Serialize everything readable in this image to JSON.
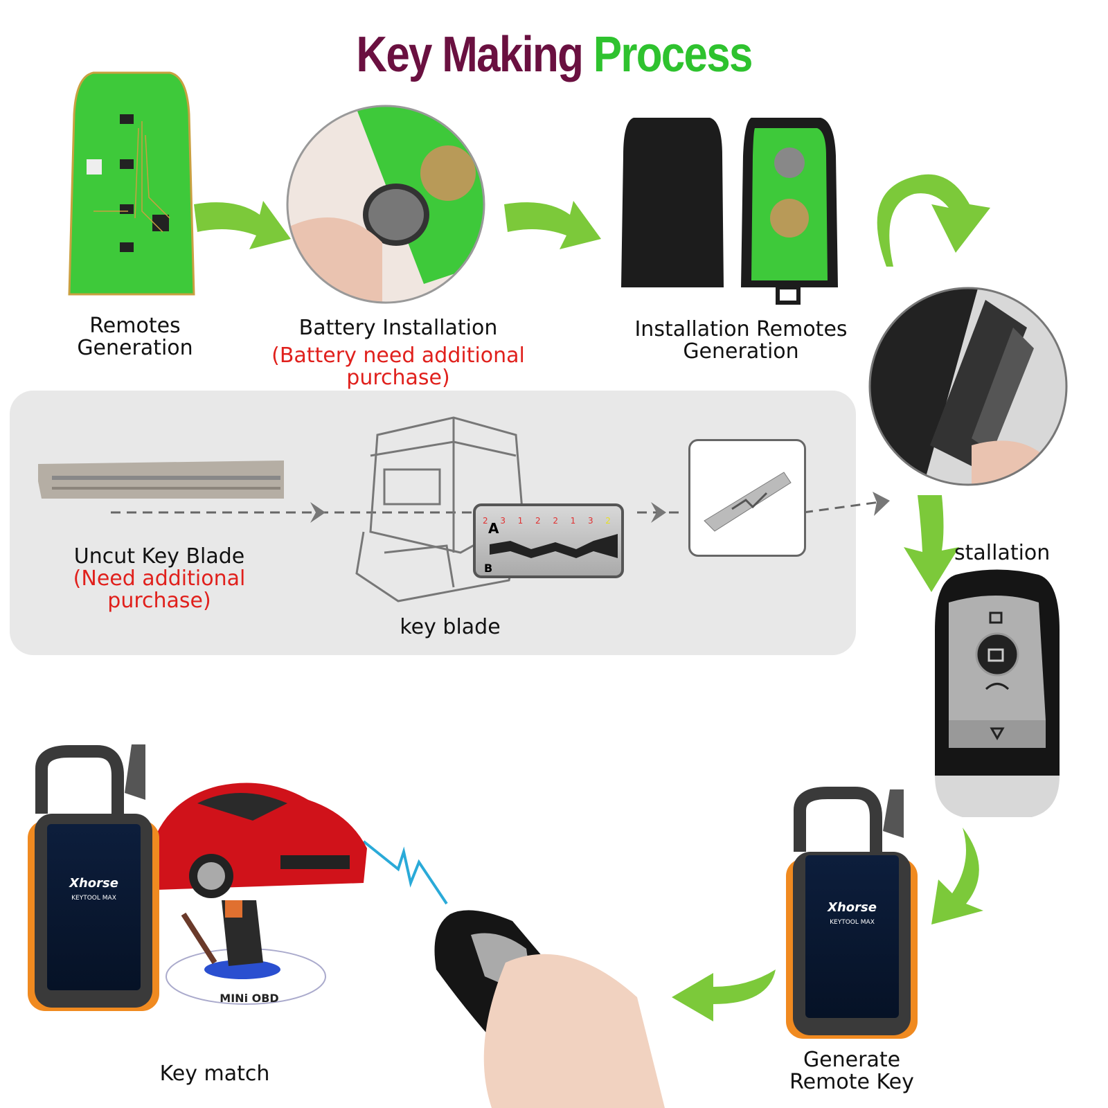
{
  "title": {
    "part1": "Key Making",
    "part2": "Process",
    "color1": "#6a1040",
    "color2": "#2ec22e"
  },
  "steps": [
    {
      "label_line1": "Remotes",
      "label_line2": "Generation"
    },
    {
      "label": "Battery Installation",
      "note": "(Battery need additional purchase)"
    },
    {
      "label_line1": "Installation Remotes",
      "label_line2": "Generation"
    },
    {
      "label": "stallation"
    },
    {
      "label": "Uncut Key  Blade",
      "note": "(Need additional purchase)"
    },
    {
      "label": "key blade"
    },
    {
      "label_line1": "Generate",
      "label_line2": "Remote Key"
    },
    {
      "label": "Key match"
    }
  ],
  "cutting_screen": {
    "depths": [
      "2",
      "3",
      "1",
      "2",
      "2",
      "1",
      "3",
      "2"
    ],
    "side_a": "A",
    "side_b": "B"
  },
  "device": {
    "brand": "Xhorse",
    "model": "KEYTOOL MAX"
  },
  "adapter": {
    "label": "MINi OBD"
  },
  "colors": {
    "arrow": "#7cc93a",
    "note_red": "#e0201c",
    "pcb": "#3ec93a",
    "panel": "#e8e8e8"
  }
}
